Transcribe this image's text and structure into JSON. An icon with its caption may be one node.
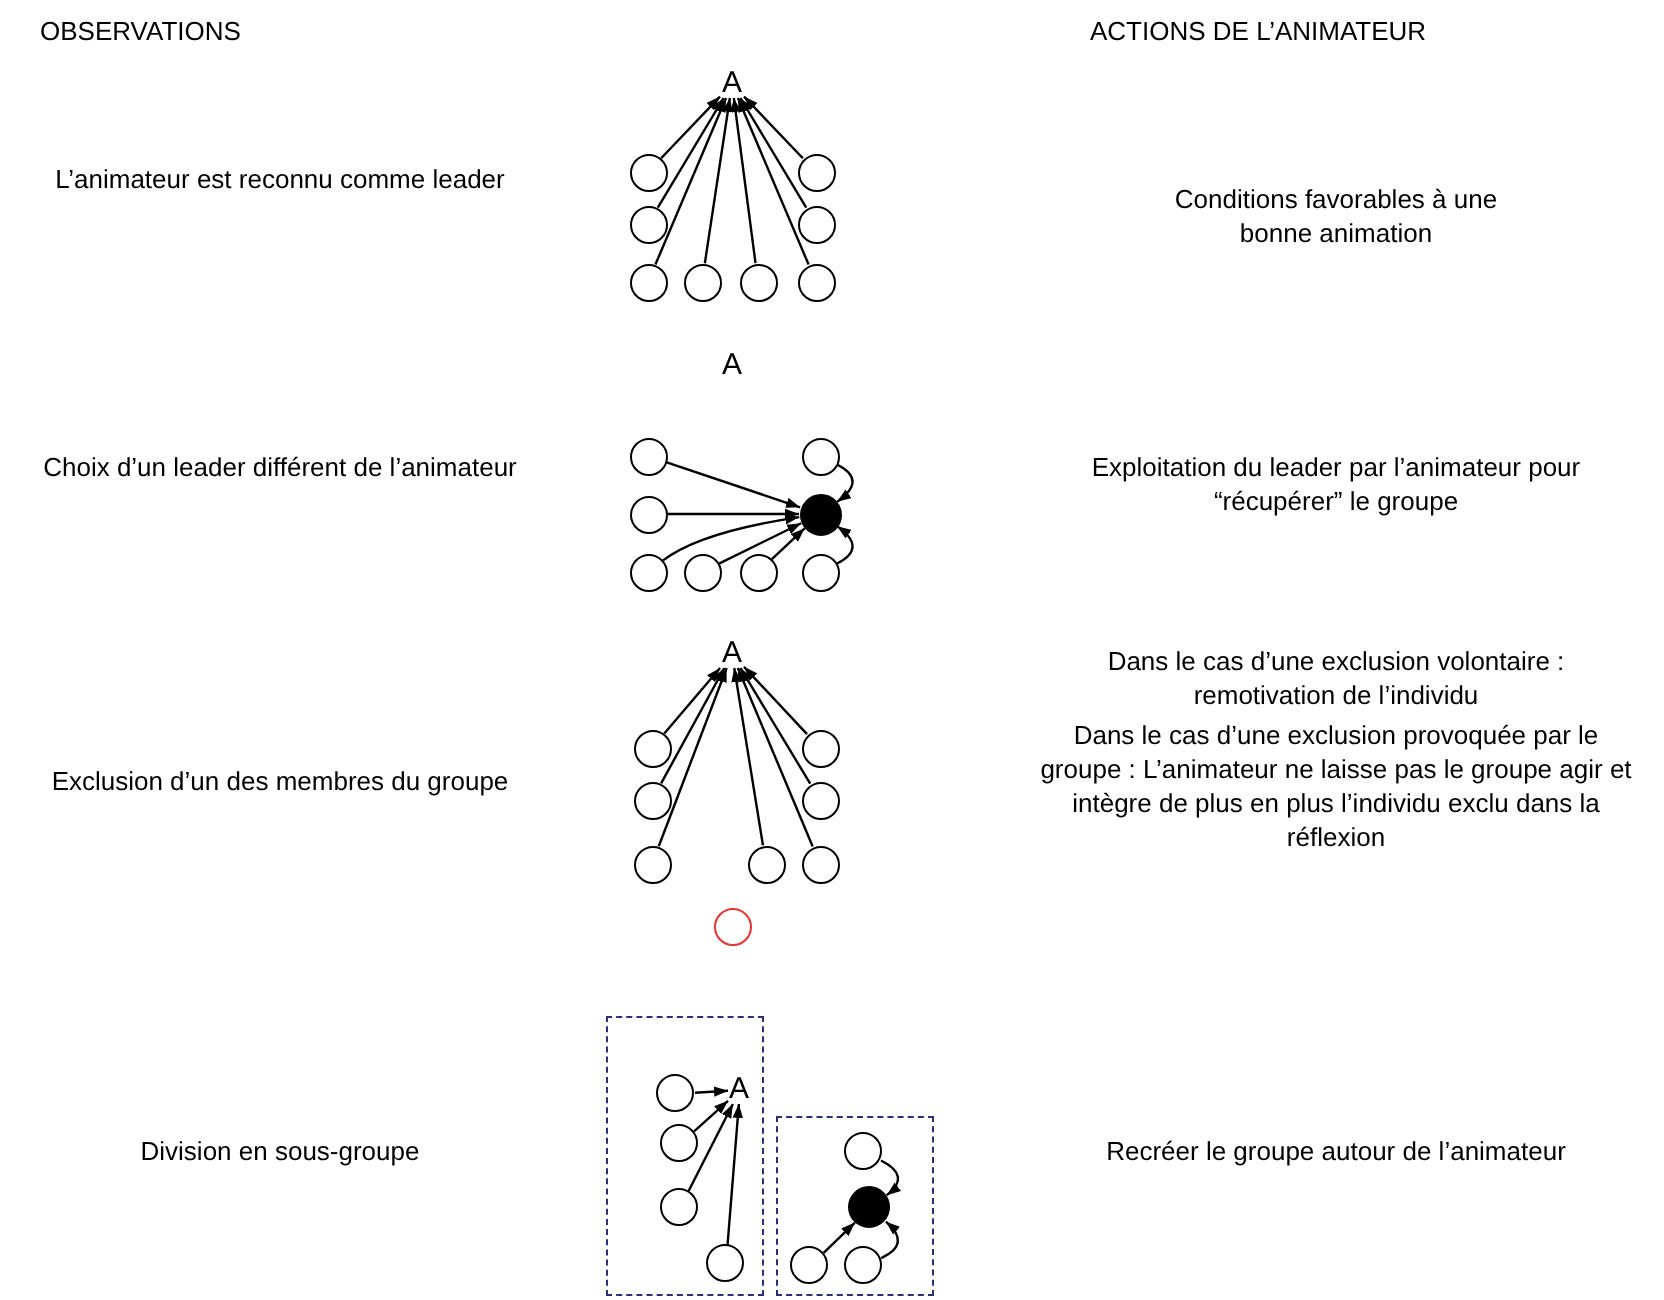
{
  "diagram": {
    "nodes": [
      {
        "text": [
          "A"
        ]
      },
      {
        "text": [],
        "shape": "circle"
      },
      {
        "text": [],
        "shape": "circle"
      },
      {
        "text": [],
        "shape": "circle"
      },
      {
        "text": [],
        "shape": "circle"
      },
      {
        "text": [],
        "shape": "circle"
      },
      {
        "text": [],
        "shape": "circle"
      },
      {
        "text": [],
        "shape": "circle"
      },
      {
        "text": [],
        "shape": "circle"
      },
      {
        "text": [],
        "shape": "circle"
      },
      {
        "text": [],
        "shape": "circle"
      },
      {
        "text": [],
        "shape": "circle"
      },
      {
        "text": [],
        "shape": "circle"
      },
      {
        "text": [],
        "shape": "circle"
      },
      {
        "text": [],
        "shape": "circle"
      },
      {
        "text": [],
        "shape": "circle"
      },
      {
        "text": [],
        "shape": "circle"
      },
      {
        "text": [
          "A"
        ]
      },
      {
        "text": [],
        "shape": "circle"
      },
      {
        "text": [],
        "shape": "circle"
      },
      {
        "text": [],
        "shape": "circle"
      },
      {
        "text": [],
        "shape": "circle"
      },
      {
        "text": [],
        "shape": "circle"
      },
      {
        "text": [],
        "shape": "circle"
      },
      {
        "text": [],
        "shape": "circle"
      },
      {
        "text": [],
        "shape": "circle"
      },
      {
        "text": [],
        "shape": "box"
      },
      {
        "text": [
          "A"
        ],
        "in": 26
      },
      {
        "text": [],
        "shape": "circle",
        "in": 26
      },
      {
        "text": [],
        "shape": "circle",
        "in": 26
      },
      {
        "text": [],
        "shape": "circle",
        "in": 26
      },
      {
        "text": [],
        "shape": "circle",
        "in": 26
      },
      {
        "text": [],
        "shape": "box"
      },
      {
        "text": [],
        "shape": "circle",
        "in": 32
      },
      {
        "text": [],
        "shape": "circle",
        "in": 32
      },
      {
        "text": [],
        "shape": "circle",
        "in": 32
      },
      {
        "text": [],
        "shape": "circle",
        "in": 32
      }
    ],
    "edges": [
      {
        "from": 1,
        "to": 0,
        "arrow": "to"
      },
      {
        "from": 3,
        "to": 0,
        "arrow": "to"
      },
      {
        "from": 5,
        "to": 0,
        "arrow": "to"
      },
      {
        "from": 6,
        "to": 0,
        "arrow": "to"
      },
      {
        "from": 7,
        "to": 0,
        "arrow": "to"
      },
      {
        "from": 8,
        "to": 0,
        "arrow": "to"
      },
      {
        "from": 4,
        "to": 0,
        "arrow": "to"
      },
      {
        "from": 2,
        "to": 0,
        "arrow": "to"
      },
      {
        "from": 9,
        "to": 12,
        "arrow": "to"
      },
      {
        "from": 11,
        "to": 12,
        "arrow": "to"
      },
      {
        "from": 13,
        "to": 12,
        "arrow": "to"
      },
      {
        "from": 14,
        "to": 12,
        "arrow": "to"
      },
      {
        "from": 15,
        "to": 12,
        "arrow": "to"
      },
      {
        "from": 10,
        "to": 12,
        "arrow": "to"
      },
      {
        "from": 16,
        "to": 12,
        "arrow": "to"
      },
      {
        "from": 18,
        "to": 17,
        "arrow": "to"
      },
      {
        "from": 20,
        "to": 17,
        "arrow": "to"
      },
      {
        "from": 22,
        "to": 17,
        "arrow": "to"
      },
      {
        "from": 23,
        "to": 17,
        "arrow": "to"
      },
      {
        "from": 24,
        "to": 17,
        "arrow": "to"
      },
      {
        "from": 21,
        "to": 17,
        "arrow": "to"
      },
      {
        "from": 19,
        "to": 17,
        "arrow": "to"
      },
      {
        "from": 28,
        "to": 27,
        "arrow": "to"
      },
      {
        "from": 29,
        "to": 27,
        "arrow": "to"
      },
      {
        "from": 30,
        "to": 27,
        "arrow": "to"
      },
      {
        "from": 31,
        "to": 27,
        "arrow": "to"
      },
      {
        "from": 33,
        "to": 34,
        "arrow": "to"
      },
      {
        "from": 36,
        "to": 34,
        "arrow": "to"
      },
      {
        "from": 35,
        "to": 34,
        "arrow": "to"
      }
    ],
    "labels": [
      "OBSERVATIONS",
      "ACTIONS DE L’ANIMATEUR",
      "L’animateur est reconnu comme leader",
      "Conditions favorables à une bonne animation",
      "A",
      "Choix d’un leader différent de l’animateur",
      "Exploitation du leader par l’animateur pour “récupérer” le groupe",
      "Dans le cas d’une exclusion volontaire : remotivation de l’individu",
      "Exclusion d’un des membres du groupe",
      "Dans le cas d’une exclusion provoquée par le groupe : L’animateur ne laisse pas le groupe agir et intègre de plus en plus l’individu exclu dans la réflexion",
      "Division en sous-groupe",
      "Recréer le groupe autour de l’animateur"
    ]
  }
}
